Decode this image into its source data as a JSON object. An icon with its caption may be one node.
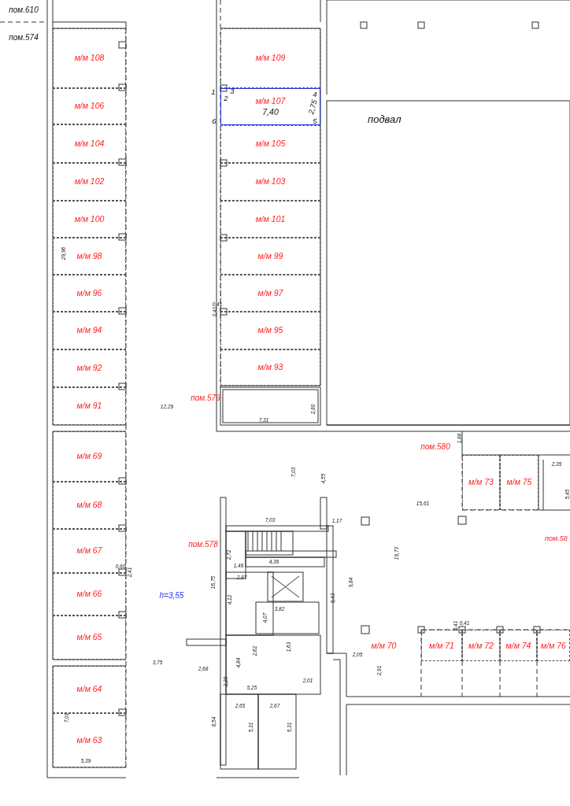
{
  "diagram": {
    "nodes": [
      {
        "text": [
          "м/м 108"
        ]
      },
      {
        "text": [
          "м/м 106"
        ]
      },
      {
        "text": [
          "м/м 104"
        ]
      },
      {
        "text": [
          "м/м 102"
        ]
      },
      {
        "text": [
          "м/м 100"
        ]
      },
      {
        "text": [
          "м/м 98"
        ]
      },
      {
        "text": [
          "м/м 96"
        ]
      },
      {
        "text": [
          "м/м 94"
        ]
      },
      {
        "text": [
          "м/м 92"
        ]
      },
      {
        "text": [
          "м/м 91"
        ]
      },
      {
        "text": [
          "м/м 109"
        ]
      },
      {
        "text": [
          "м/м 107",
          "7,40"
        ]
      },
      {
        "text": [
          "м/м 105"
        ]
      },
      {
        "text": [
          "м/м 103"
        ]
      },
      {
        "text": [
          "м/м 101"
        ]
      },
      {
        "text": [
          "м/м 99"
        ]
      },
      {
        "text": [
          "м/м 97"
        ]
      },
      {
        "text": [
          "м/м 95"
        ]
      },
      {
        "text": [
          "м/м 93"
        ]
      },
      {
        "text": [
          "подвал"
        ]
      },
      {
        "text": [
          "м/м 69"
        ]
      },
      {
        "text": [
          "м/м 68"
        ]
      },
      {
        "text": [
          "м/м 67"
        ]
      },
      {
        "text": [
          "м/м 66"
        ]
      },
      {
        "text": [
          "м/м 65"
        ]
      },
      {
        "text": [
          "м/м 64"
        ]
      },
      {
        "text": [
          "м/м 63"
        ]
      },
      {
        "text": [
          "м/м 73"
        ]
      },
      {
        "text": [
          "м/м 75"
        ]
      },
      {
        "text": [
          "м/м 70"
        ]
      },
      {
        "text": [
          "м/м 71"
        ]
      },
      {
        "text": [
          "м/м 72"
        ]
      },
      {
        "text": [
          "м/м 74"
        ]
      },
      {
        "text": [
          "м/м 76"
        ]
      }
    ],
    "labels": [
      "пом.610",
      "пом.574",
      "1",
      "2",
      "3",
      "4",
      "2,75",
      "6",
      "5",
      "29,96",
      "0,41",
      "0,41",
      "12,29",
      "пом.579",
      "2,80",
      "7,31",
      "1,88",
      "пом.580",
      "2,35",
      "7,03",
      "4,55",
      "5,45",
      "15,61",
      "7,03",
      "1,17",
      "пом.578",
      "пом.58",
      "2,72",
      "1,46",
      "4,36",
      "19,73",
      "0,60",
      "2,41",
      "16,75",
      "2,87",
      "9,84",
      "h=3,55",
      "4,12",
      "9,43",
      "3,82",
      "4,07",
      "0,41",
      "0,41",
      "2,62",
      "1,63",
      "3,75",
      "2,68",
      "4,84",
      "2,05",
      "2,91",
      "2,01",
      "2,20",
      "5,25",
      "2,65",
      "2,67",
      "7,01",
      "8,54",
      "5,31",
      "5,31",
      "5,39"
    ]
  }
}
